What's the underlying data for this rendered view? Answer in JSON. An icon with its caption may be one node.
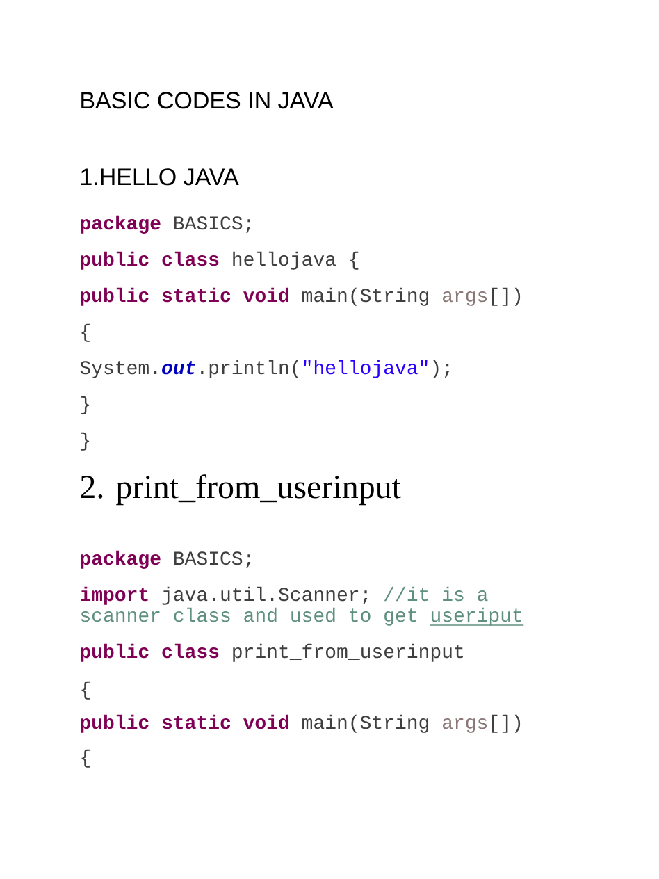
{
  "diagram": {
    "title": "BASIC CODES IN JAVA",
    "labels": [
      "1.HELLO JAVA",
      "package",
      "BASICS;",
      "public class",
      "hellojava {",
      "public static void",
      "main(String",
      "args",
      "[])",
      "{",
      "System.",
      "out",
      ".println(",
      "\"hellojava\"",
      ");",
      "}",
      "}",
      "2. print_from_userinput",
      "package",
      "BASICS;",
      "import",
      "java.util.Scanner;",
      "//it is a",
      "scanner class and used to get",
      "useriput",
      "public class",
      "print_from_userinput",
      "{",
      "public static void",
      "main(String",
      "args",
      "[])",
      "{"
    ]
  }
}
